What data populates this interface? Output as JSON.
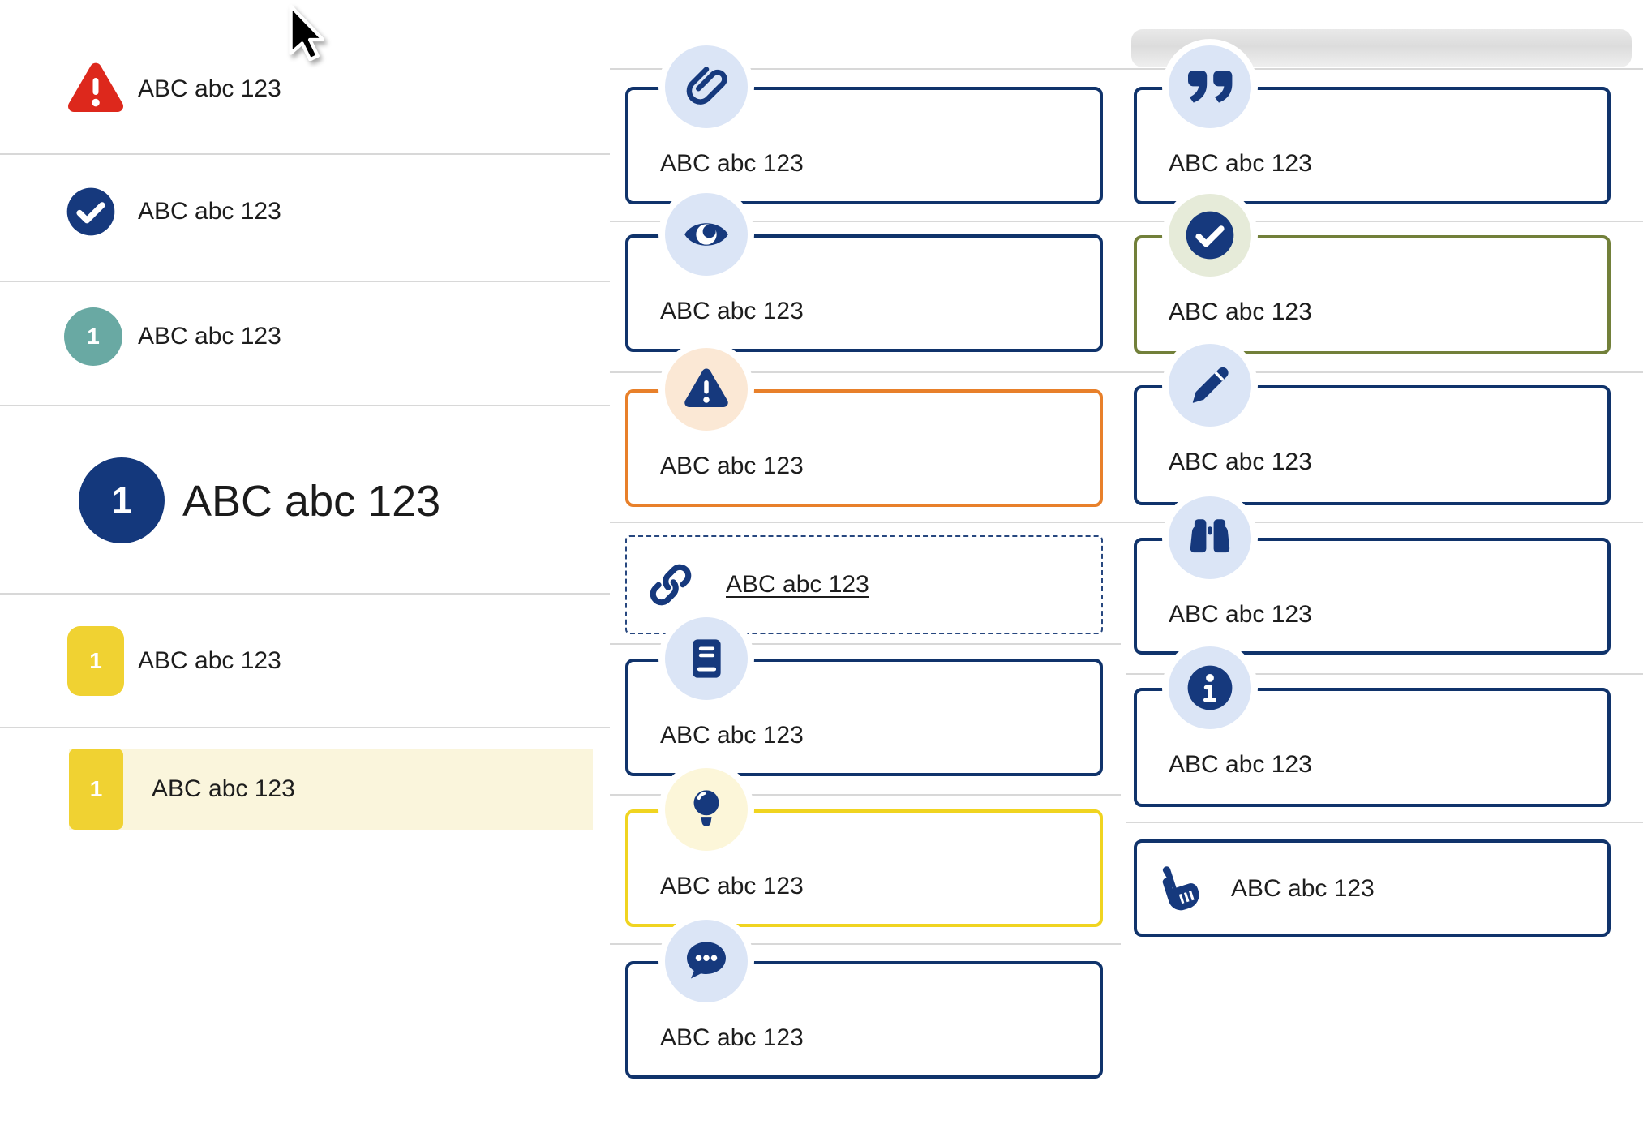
{
  "colors": {
    "navy_icon": "#16397d",
    "navy_border": "#10336b",
    "red": "#dd281c",
    "teal": "#69a9a3",
    "yellow_badge": "#f0d232",
    "yellow_border": "#f0d420",
    "highlight_row_bg": "#faf5dc",
    "orange_border": "#e8802a",
    "peach_badge_bg": "#fbe8d5",
    "olive_border": "#72803a",
    "sage_badge_bg": "#e6ebd9",
    "light_blue_badge_bg": "#dbe5f6",
    "pale_yellow_badge_bg": "#fcf6d9",
    "divider": "#d8d8d8",
    "text": "#1d1d1d"
  },
  "left_list": {
    "items": [
      {
        "icon": "alert-triangle-icon",
        "label": "ABC abc 123"
      },
      {
        "icon": "check-circle-icon",
        "label": "ABC abc 123"
      },
      {
        "icon": "number-badge-circle-teal",
        "badge": "1",
        "label": "ABC abc 123"
      },
      {
        "icon": "number-badge-circle-navy-large",
        "badge": "1",
        "label": "ABC abc 123"
      },
      {
        "icon": "number-badge-square-yellow",
        "badge": "1",
        "label": "ABC abc 123"
      },
      {
        "icon": "number-badge-square-yellow",
        "badge": "1",
        "label": "ABC abc 123",
        "highlighted": true
      }
    ]
  },
  "middle_list": {
    "items": [
      {
        "icon": "paperclip-icon",
        "variant": "navy",
        "label": "ABC abc 123"
      },
      {
        "icon": "eye-icon",
        "variant": "navy",
        "label": "ABC abc 123"
      },
      {
        "icon": "alert-triangle-icon",
        "variant": "orange",
        "label": "ABC abc 123"
      },
      {
        "icon": "link-icon",
        "variant": "dashed-link",
        "label": "ABC abc 123"
      },
      {
        "icon": "book-icon",
        "variant": "navy",
        "label": "ABC abc 123"
      },
      {
        "icon": "lightbulb-icon",
        "variant": "yellow",
        "label": "ABC abc 123"
      },
      {
        "icon": "chat-icon",
        "variant": "navy",
        "label": "ABC abc 123"
      }
    ]
  },
  "right_list": {
    "skeleton_bar_visible": true,
    "items": [
      {
        "icon": "quote-icon",
        "variant": "navy",
        "label": "ABC abc 123"
      },
      {
        "icon": "check-circle-icon",
        "variant": "olive",
        "label": "ABC abc 123"
      },
      {
        "icon": "pencil-icon",
        "variant": "navy",
        "label": "ABC abc 123"
      },
      {
        "icon": "binoculars-icon",
        "variant": "navy",
        "label": "ABC abc 123"
      },
      {
        "icon": "info-icon",
        "variant": "navy",
        "label": "ABC abc 123"
      },
      {
        "icon": "hand-pointer-icon",
        "variant": "navy-inline",
        "label": "ABC abc 123"
      }
    ]
  },
  "overlay": {
    "cursor_icon": "arrow-pointer"
  }
}
